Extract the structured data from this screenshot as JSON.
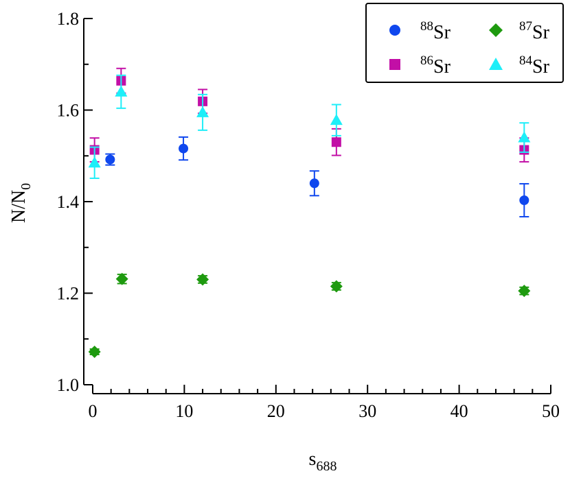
{
  "chart_data": {
    "type": "scatter",
    "xlabel": "s",
    "xlabel_sub": "688",
    "ylabel": "N/N",
    "ylabel_sub": "0",
    "xlim": [
      -1,
      50
    ],
    "ylim": [
      0.98,
      1.8
    ],
    "xticks": [
      0,
      10,
      20,
      30,
      40,
      50
    ],
    "yticks": [
      1.0,
      1.2,
      1.4,
      1.6,
      1.8
    ],
    "xtick_labels": [
      "0",
      "10",
      "20",
      "30",
      "40",
      "50"
    ],
    "ytick_labels": [
      "1.0",
      "1.2",
      "1.4",
      "1.6",
      "1.8"
    ],
    "grid": false,
    "legend_position": "top-right",
    "series": [
      {
        "name": "Sr",
        "mass": "88",
        "marker": "circle",
        "color": "#0f47ee",
        "points": [
          {
            "x": 1.9,
            "y": 1.492,
            "err": 0.012
          },
          {
            "x": 9.9,
            "y": 1.516,
            "err": 0.025
          },
          {
            "x": 24.2,
            "y": 1.44,
            "err": 0.027
          },
          {
            "x": 47.1,
            "y": 1.403,
            "err": 0.036
          }
        ]
      },
      {
        "name": "Sr",
        "mass": "86",
        "marker": "square",
        "color": "#c20fa6",
        "points": [
          {
            "x": 0.2,
            "y": 1.513,
            "err": 0.026
          },
          {
            "x": 3.1,
            "y": 1.664,
            "err": 0.027
          },
          {
            "x": 12.0,
            "y": 1.619,
            "err": 0.026
          },
          {
            "x": 26.6,
            "y": 1.53,
            "err": 0.029
          },
          {
            "x": 47.1,
            "y": 1.513,
            "err": 0.026
          }
        ]
      },
      {
        "name": "Sr",
        "mass": "87",
        "marker": "diamond",
        "color": "#1e9a0f",
        "points": [
          {
            "x": 0.2,
            "y": 1.072,
            "err": 0.006
          },
          {
            "x": 3.2,
            "y": 1.231,
            "err": 0.01
          },
          {
            "x": 12.0,
            "y": 1.23,
            "err": 0.008
          },
          {
            "x": 26.6,
            "y": 1.215,
            "err": 0.008
          },
          {
            "x": 47.1,
            "y": 1.205,
            "err": 0.008
          }
        ]
      },
      {
        "name": "Sr",
        "mass": "84",
        "marker": "triangle",
        "color": "#1eeef8",
        "points": [
          {
            "x": 0.2,
            "y": 1.485,
            "err": 0.034
          },
          {
            "x": 3.1,
            "y": 1.64,
            "err": 0.036
          },
          {
            "x": 12.0,
            "y": 1.595,
            "err": 0.039
          },
          {
            "x": 26.6,
            "y": 1.578,
            "err": 0.034
          },
          {
            "x": 47.1,
            "y": 1.54,
            "err": 0.032
          }
        ]
      }
    ],
    "legend_order": [
      0,
      2,
      1,
      3
    ]
  }
}
